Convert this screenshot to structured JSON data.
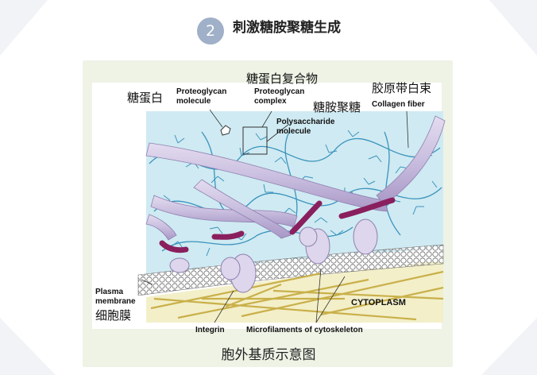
{
  "header": {
    "step_number": "2",
    "title": "刺激糖胺聚糖生成"
  },
  "caption": "胞外基质示意图",
  "labels": {
    "proteoglycan_molecule_en": [
      "Proteoglycan",
      "molecule"
    ],
    "proteoglycan_molecule_cn": "糖蛋白",
    "proteoglycan_complex_en": [
      "Proteoglycan",
      "complex"
    ],
    "proteoglycan_complex_cn": "糖蛋白复合物",
    "polysaccharide_en": [
      "Polysaccharide",
      "molecule"
    ],
    "polysaccharide_cn": "糖胺聚糖",
    "collagen_en": "Collagen fiber",
    "collagen_cn": "胶原带白束",
    "plasma_membrane_en": [
      "Plasma",
      "membrane"
    ],
    "plasma_membrane_cn": "细胞膜",
    "integrin_en": "Integrin",
    "microfilaments_en": "Microfilaments of cytoskeleton",
    "cytoplasm_en": "CYTOPLASM"
  },
  "colors": {
    "badge": "#9fb0c8",
    "extracellular": "#cfeaf2",
    "cytoplasm": "#f3efc9",
    "collagen": "#c9bedf",
    "integrin": "#ddd6ec",
    "fibronectin": "#8a1f5e",
    "polysaccharide": "#3a93bd",
    "microfilament": "#c9b04a"
  }
}
